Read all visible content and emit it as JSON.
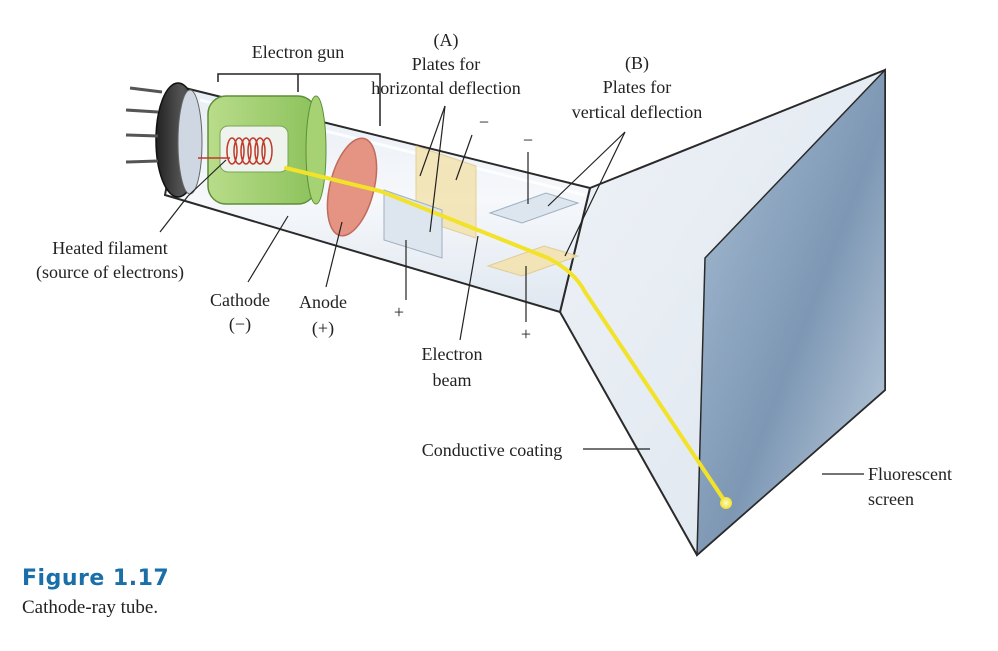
{
  "figure": {
    "label": "Figure 1.17",
    "caption": "Cathode-ray tube."
  },
  "labels": {
    "electron_gun": "Electron gun",
    "plates_a_marker": "(A)",
    "plates_a_line1": "Plates for",
    "plates_a_line2": "horizontal deflection",
    "plates_b_marker": "(B)",
    "plates_b_line1": "Plates for",
    "plates_b_line2": "vertical deflection",
    "filament_line1": "Heated filament",
    "filament_line2": "(source of electrons)",
    "cathode": "Cathode",
    "cathode_sign": "(−)",
    "anode": "Anode",
    "anode_sign": "(+)",
    "beam_line1": "Electron",
    "beam_line2": "beam",
    "coating": "Conductive coating",
    "screen_line1": "Fluorescent",
    "screen_line2": "screen",
    "plus_a": "+",
    "minus_a": "−",
    "plus_b": "+",
    "minus_b": "−"
  },
  "colors": {
    "beam": "#f2e22a",
    "grid": "#9ccf6a",
    "anode": "#e59383",
    "plate_horizontal": "#f3e3b0",
    "plate_vertical": "#dde5ee",
    "screen": "#7d97b4",
    "figure_label": "#1a6fa8"
  }
}
